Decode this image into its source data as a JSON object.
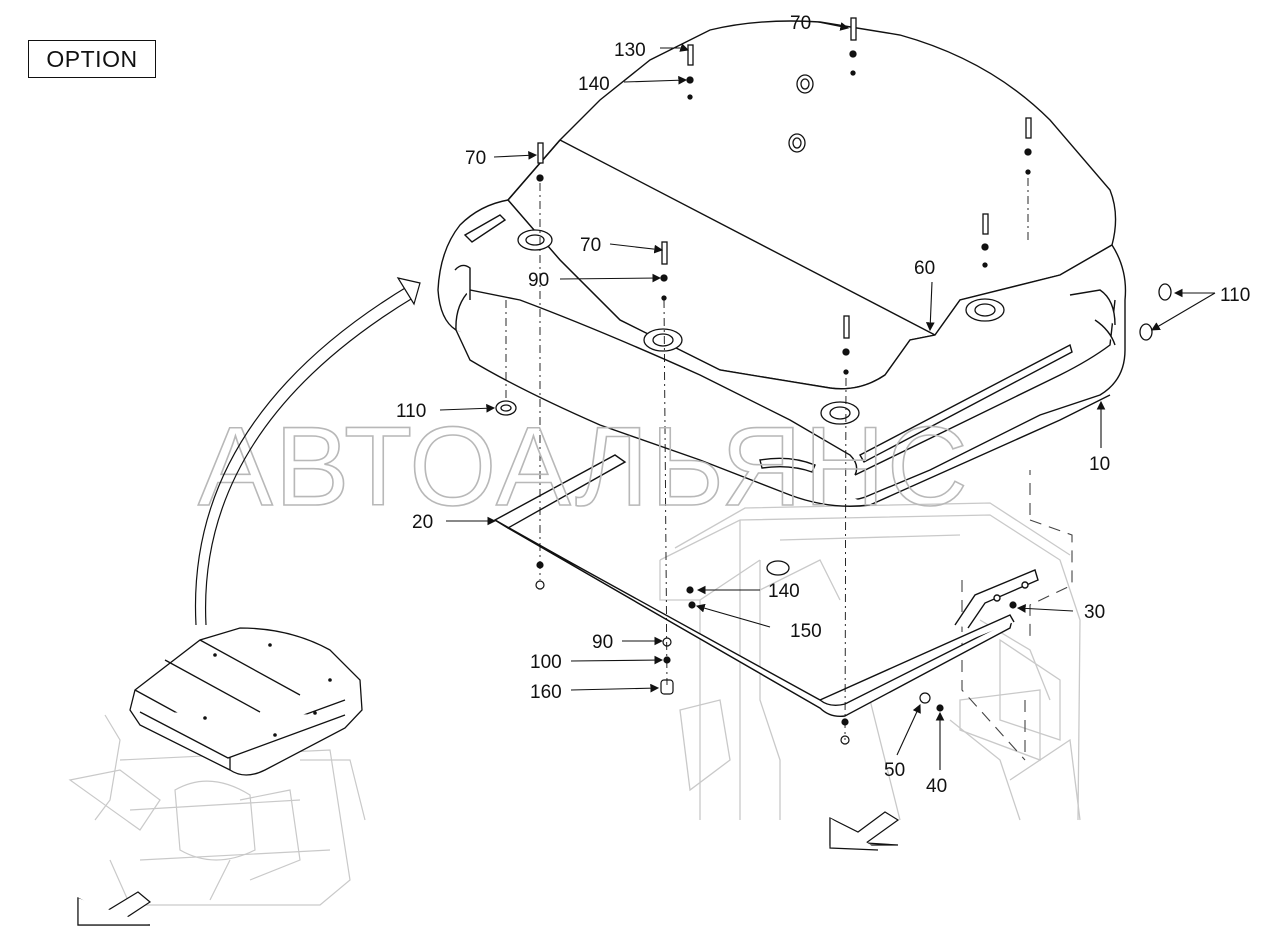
{
  "option_label": "OPTION",
  "watermark": "АВТОАЛЬЯНС",
  "callouts": {
    "c70a": "70",
    "c130": "130",
    "c140a": "140",
    "c70b": "70",
    "c70c": "70",
    "c90a": "90",
    "c60": "60",
    "c110a": "110",
    "c110b": "110",
    "c10": "10",
    "c20": "20",
    "c140b": "140",
    "c150": "150",
    "c30": "30",
    "c90b": "90",
    "c100": "100",
    "c160": "160",
    "c50": "50",
    "c40": "40"
  },
  "icons": [
    "view-direction-arrow-icon",
    "view-direction-arrow-icon",
    "placement-arrow-icon"
  ]
}
